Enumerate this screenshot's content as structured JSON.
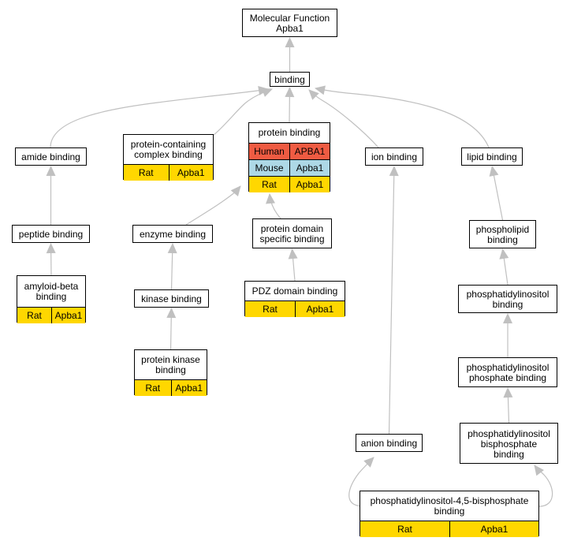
{
  "colors": {
    "edge": "#c0c0c0",
    "human": "#ef5b42",
    "mouse": "#add8e6",
    "rat": "#ffd700"
  },
  "nodes": [
    {
      "id": "molecular-function",
      "lines": [
        "Molecular Function",
        "Apba1"
      ],
      "orthologs": []
    },
    {
      "id": "binding",
      "lines": [
        "binding"
      ],
      "orthologs": []
    },
    {
      "id": "amide-binding",
      "lines": [
        "amide binding"
      ],
      "orthologs": []
    },
    {
      "id": "protein-containing-complex-binding",
      "lines": [
        "protein-containing",
        "complex binding"
      ],
      "orthologs": [
        {
          "species": "Rat",
          "gene": "Apba1",
          "color": "rat"
        }
      ]
    },
    {
      "id": "protein-binding",
      "lines": [
        "protein binding"
      ],
      "orthologs": [
        {
          "species": "Human",
          "gene": "APBA1",
          "color": "human"
        },
        {
          "species": "Mouse",
          "gene": "Apba1",
          "color": "mouse"
        },
        {
          "species": "Rat",
          "gene": "Apba1",
          "color": "rat"
        }
      ]
    },
    {
      "id": "ion-binding",
      "lines": [
        "ion binding"
      ],
      "orthologs": []
    },
    {
      "id": "lipid-binding",
      "lines": [
        "lipid binding"
      ],
      "orthologs": []
    },
    {
      "id": "peptide-binding",
      "lines": [
        "peptide binding"
      ],
      "orthologs": []
    },
    {
      "id": "enzyme-binding",
      "lines": [
        "enzyme binding"
      ],
      "orthologs": []
    },
    {
      "id": "protein-domain-specific-binding",
      "lines": [
        "protein domain",
        "specific binding"
      ],
      "orthologs": []
    },
    {
      "id": "phospholipid-binding",
      "lines": [
        "phospholipid",
        "binding"
      ],
      "orthologs": []
    },
    {
      "id": "amyloid-beta-binding",
      "lines": [
        "amyloid-beta",
        "binding"
      ],
      "orthologs": [
        {
          "species": "Rat",
          "gene": "Apba1",
          "color": "rat"
        }
      ]
    },
    {
      "id": "kinase-binding",
      "lines": [
        "kinase binding"
      ],
      "orthologs": []
    },
    {
      "id": "pdz-domain-binding",
      "lines": [
        "PDZ domain binding"
      ],
      "orthologs": [
        {
          "species": "Rat",
          "gene": "Apba1",
          "color": "rat"
        }
      ]
    },
    {
      "id": "phosphatidylinositol-binding",
      "lines": [
        "phosphatidylinositol",
        "binding"
      ],
      "orthologs": []
    },
    {
      "id": "protein-kinase-binding",
      "lines": [
        "protein kinase",
        "binding"
      ],
      "orthologs": [
        {
          "species": "Rat",
          "gene": "Apba1",
          "color": "rat"
        }
      ]
    },
    {
      "id": "phosphatidylinositol-phosphate-binding",
      "lines": [
        "phosphatidylinositol",
        "phosphate binding"
      ],
      "orthologs": []
    },
    {
      "id": "phosphatidylinositol-bisphosphate-binding",
      "lines": [
        "phosphatidylinositol",
        "bisphosphate",
        "binding"
      ],
      "orthologs": []
    },
    {
      "id": "anion-binding",
      "lines": [
        "anion binding"
      ],
      "orthologs": []
    },
    {
      "id": "pip2-binding",
      "lines": [
        "phosphatidylinositol-4,5-bisphosphate",
        "binding"
      ],
      "orthologs": [
        {
          "species": "Rat",
          "gene": "Apba1",
          "color": "rat"
        }
      ]
    }
  ],
  "edges": [
    {
      "from": "binding",
      "to": "molecular-function"
    },
    {
      "from": "amide-binding",
      "to": "binding"
    },
    {
      "from": "protein-containing-complex-binding",
      "to": "binding"
    },
    {
      "from": "protein-binding",
      "to": "binding"
    },
    {
      "from": "ion-binding",
      "to": "binding"
    },
    {
      "from": "lipid-binding",
      "to": "binding"
    },
    {
      "from": "peptide-binding",
      "to": "amide-binding"
    },
    {
      "from": "amyloid-beta-binding",
      "to": "peptide-binding"
    },
    {
      "from": "enzyme-binding",
      "to": "protein-binding"
    },
    {
      "from": "protein-domain-specific-binding",
      "to": "protein-binding"
    },
    {
      "from": "kinase-binding",
      "to": "enzyme-binding"
    },
    {
      "from": "protein-kinase-binding",
      "to": "kinase-binding"
    },
    {
      "from": "pdz-domain-binding",
      "to": "protein-domain-specific-binding"
    },
    {
      "from": "anion-binding",
      "to": "ion-binding"
    },
    {
      "from": "phospholipid-binding",
      "to": "lipid-binding"
    },
    {
      "from": "phosphatidylinositol-binding",
      "to": "phospholipid-binding"
    },
    {
      "from": "phosphatidylinositol-phosphate-binding",
      "to": "phosphatidylinositol-binding"
    },
    {
      "from": "phosphatidylinositol-bisphosphate-binding",
      "to": "phosphatidylinositol-phosphate-binding"
    },
    {
      "from": "pip2-binding",
      "to": "anion-binding"
    },
    {
      "from": "pip2-binding",
      "to": "phosphatidylinositol-bisphosphate-binding"
    }
  ]
}
